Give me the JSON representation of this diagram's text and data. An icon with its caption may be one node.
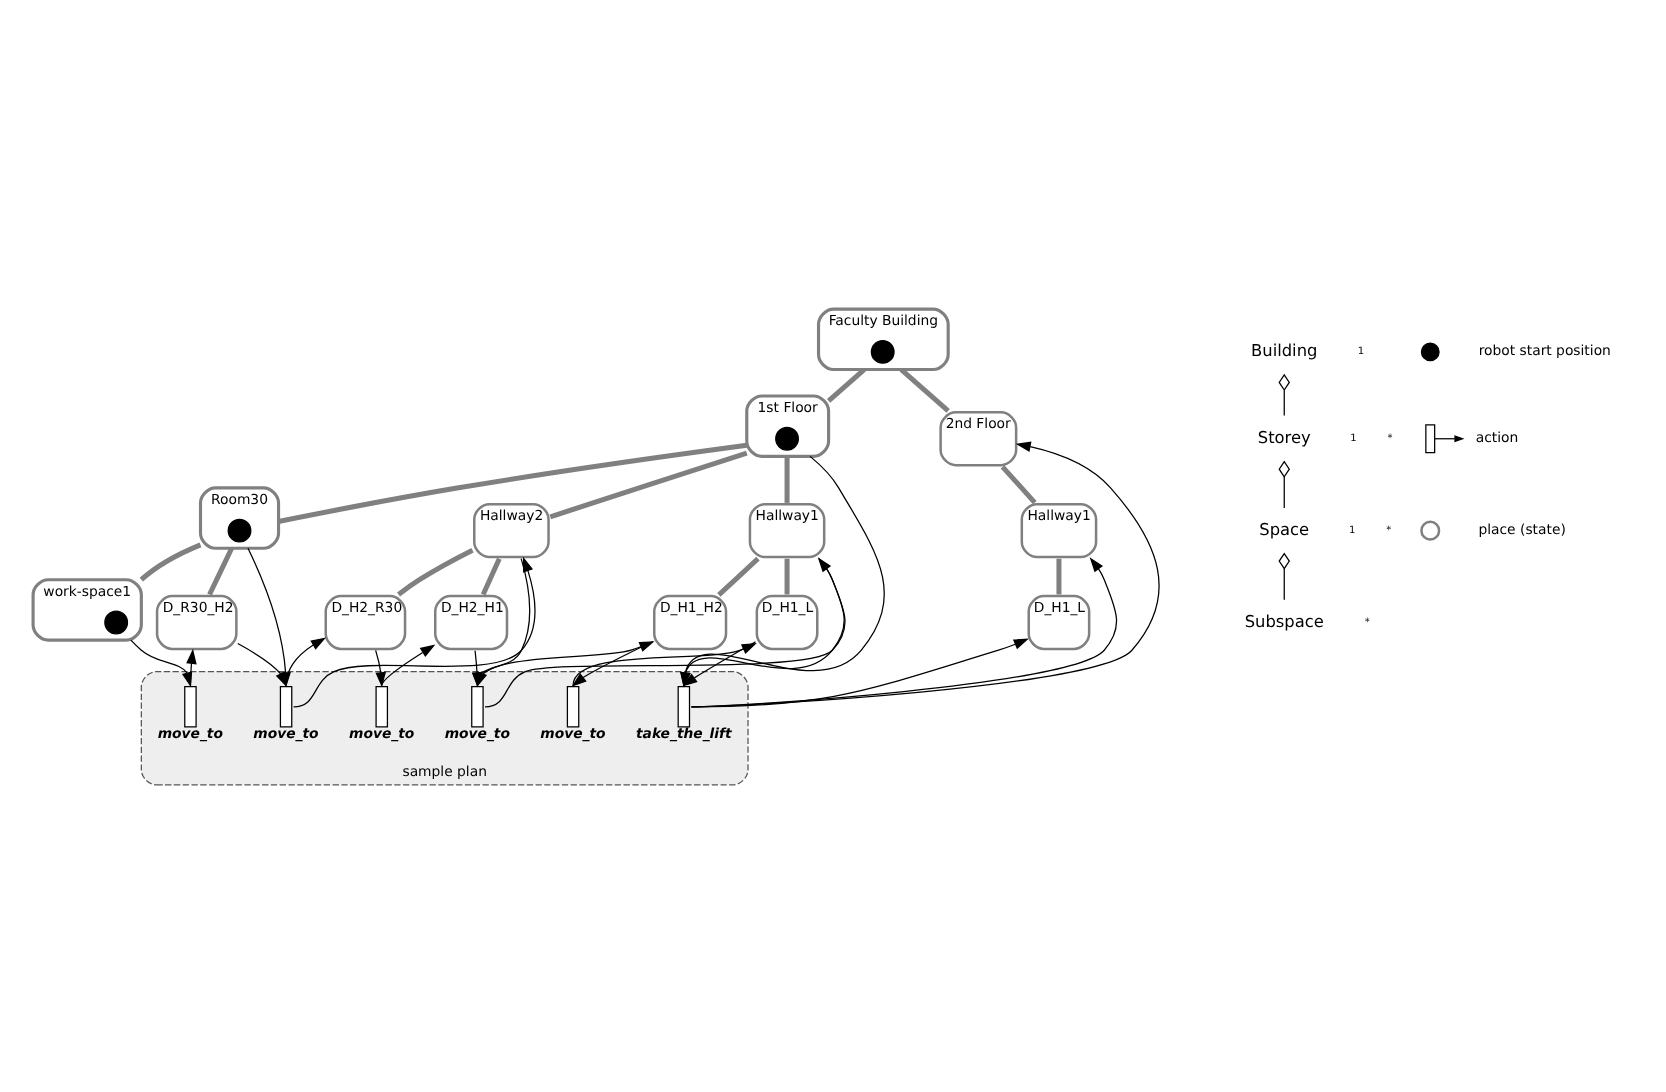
{
  "diagram": {
    "nodes": [
      {
        "text": [
          "Faculty Building"
        ]
      },
      {
        "text": [
          "1st Floor"
        ]
      },
      {
        "text": [
          "2nd Floor"
        ]
      },
      {
        "text": [
          "Room30"
        ]
      },
      {
        "text": [
          "Hallway2"
        ]
      },
      {
        "text": [
          "Hallway1"
        ]
      },
      {
        "text": [
          "Hallway1"
        ]
      },
      {
        "text": [
          "work-space1"
        ]
      },
      {
        "text": [
          "D_R30_H2"
        ]
      },
      {
        "text": [
          "D_H2_R30"
        ]
      },
      {
        "text": [
          "D_H2_H1"
        ]
      },
      {
        "text": [
          "D_H1_H2"
        ]
      },
      {
        "text": [
          "D_H1_L"
        ]
      },
      {
        "text": [
          "D_H1_L"
        ]
      },
      {
        "text": [
          "sample plan"
        ]
      },
      {
        "text": [
          "move_to"
        ],
        "in": 14
      },
      {
        "text": [
          "move_to"
        ],
        "in": 14
      },
      {
        "text": [
          "move_to"
        ],
        "in": 14
      },
      {
        "text": [
          "move_to"
        ],
        "in": 14
      },
      {
        "text": [
          "move_to"
        ],
        "in": 14
      },
      {
        "text": [
          "take_the_lift"
        ],
        "in": 14
      },
      {
        "text": [
          "Building"
        ]
      },
      {
        "text": [
          "Storey"
        ]
      },
      {
        "text": [
          "Space"
        ]
      },
      {
        "text": [
          "Subspace"
        ]
      },
      {
        "text": [],
        "shape": "circle",
        "in": 0
      },
      {
        "text": [],
        "shape": "circle",
        "in": 1
      },
      {
        "text": [],
        "shape": "circle",
        "in": 3
      },
      {
        "text": [],
        "shape": "circle",
        "in": 7
      }
    ],
    "edges": [
      {
        "from": 0,
        "to": 1,
        "arrow": "none",
        "style": "thick",
        "color": "#808080"
      },
      {
        "from": 0,
        "to": 2,
        "arrow": "none",
        "style": "thick",
        "color": "#808080"
      },
      {
        "from": 1,
        "to": 3,
        "arrow": "none",
        "style": "thick",
        "color": "#808080"
      },
      {
        "from": 1,
        "to": 4,
        "arrow": "none",
        "style": "thick",
        "color": "#808080"
      },
      {
        "from": 1,
        "to": 5,
        "arrow": "none",
        "style": "thick",
        "color": "#808080"
      },
      {
        "from": 2,
        "to": 6,
        "arrow": "none",
        "style": "thick",
        "color": "#808080"
      },
      {
        "from": 3,
        "to": 7,
        "arrow": "none",
        "style": "thick",
        "color": "#808080"
      },
      {
        "from": 3,
        "to": 8,
        "arrow": "none",
        "style": "thick",
        "color": "#808080"
      },
      {
        "from": 4,
        "to": 9,
        "arrow": "none",
        "style": "thick",
        "color": "#808080"
      },
      {
        "from": 4,
        "to": 10,
        "arrow": "none",
        "style": "thick",
        "color": "#808080"
      },
      {
        "from": 5,
        "to": 11,
        "arrow": "none",
        "style": "thick",
        "color": "#808080"
      },
      {
        "from": 5,
        "to": 12,
        "arrow": "none",
        "style": "thick",
        "color": "#808080"
      },
      {
        "from": 6,
        "to": 13,
        "arrow": "none",
        "style": "thick",
        "color": "#808080"
      },
      {
        "from": 7,
        "to": 15,
        "arrow": "to"
      },
      {
        "from": 15,
        "to": 8,
        "arrow": "to"
      },
      {
        "from": 3,
        "to": 16,
        "arrow": "to"
      },
      {
        "from": 8,
        "to": 16,
        "arrow": "to"
      },
      {
        "from": 16,
        "to": 4,
        "arrow": "to"
      },
      {
        "from": 16,
        "to": 9,
        "arrow": "to"
      },
      {
        "from": 9,
        "to": 17,
        "arrow": "to"
      },
      {
        "from": 17,
        "to": 10,
        "arrow": "to"
      },
      {
        "from": 4,
        "to": 18,
        "arrow": "to"
      },
      {
        "from": 10,
        "to": 18,
        "arrow": "to"
      },
      {
        "from": 18,
        "to": 5,
        "arrow": "to"
      },
      {
        "from": 18,
        "to": 11,
        "arrow": "to"
      },
      {
        "from": 11,
        "to": 19,
        "arrow": "to"
      },
      {
        "from": 19,
        "to": 12,
        "arrow": "to"
      },
      {
        "from": 1,
        "to": 20,
        "arrow": "to"
      },
      {
        "from": 5,
        "to": 20,
        "arrow": "to"
      },
      {
        "from": 12,
        "to": 20,
        "arrow": "to"
      },
      {
        "from": 20,
        "to": 2,
        "arrow": "to"
      },
      {
        "from": 20,
        "to": 6,
        "arrow": "to"
      },
      {
        "from": 20,
        "to": 13,
        "arrow": "to"
      },
      {
        "from": 21,
        "to": 22,
        "arrow": "other"
      },
      {
        "from": 22,
        "to": 23,
        "arrow": "other"
      },
      {
        "from": 23,
        "to": 24,
        "arrow": "other"
      }
    ],
    "labels": [
      "1",
      "*",
      "1",
      "*",
      "1",
      "*"
    ],
    "legend": [
      {
        "text": "robot start position"
      },
      {
        "text": "action"
      },
      {
        "text": "place (state)"
      }
    ]
  }
}
